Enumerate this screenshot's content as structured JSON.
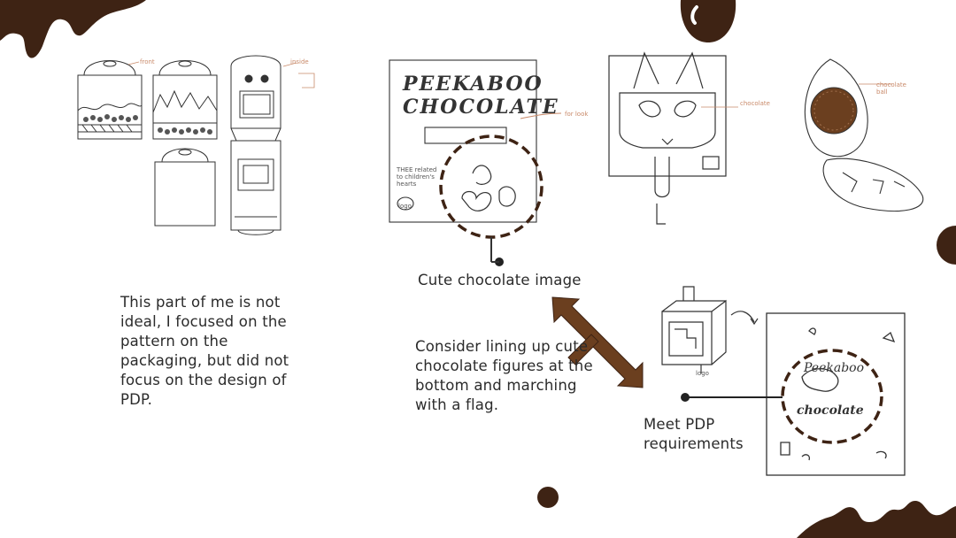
{
  "notes": {
    "left_paragraph": "This part of me is not ideal, I focused on the pattern on the packaging, but did not focus on the design of PDP.",
    "cute_image_label": "Cute chocolate image",
    "consider_paragraph": "Consider lining up cute chocolate figures at the bottom and marching with a flag.",
    "pdp_label": "Meet PDP requirements"
  },
  "sketch_annotations": {
    "front": "front",
    "inside": "inside",
    "chocolate": "chocolate",
    "chocolate_ball": "chocolate ball",
    "for_look": "for look",
    "logo": "logo",
    "peekaboo_title": "PEEKABOO",
    "chocolate_title": "CHOCOLATE",
    "related_text": "THEE related to children's hearts",
    "pdp_title_1": "Peekaboo",
    "pdp_title_2": "chocolate"
  },
  "colors": {
    "chocolate": "#3e2314",
    "accent_brown": "#6b3f1f",
    "sketch_line": "#333333",
    "annotation": "#c98a6a"
  }
}
